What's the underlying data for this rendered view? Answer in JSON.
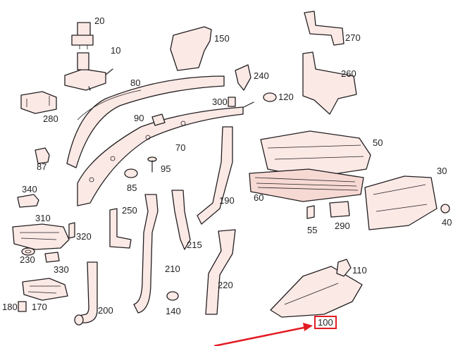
{
  "diagram": {
    "callout_color": "#e31b23",
    "line_color": "#231f20",
    "part_fill": "#fbe9e6",
    "highlighted_part": "100",
    "labels": {
      "p10": "10",
      "p20": "20",
      "p30": "30",
      "p40": "40",
      "p50": "50",
      "p55": "55",
      "p60": "60",
      "p70": "70",
      "p80": "80",
      "p85": "85",
      "p87": "87",
      "p90": "90",
      "p95": "95",
      "p100": "100",
      "p110": "110",
      "p120": "120",
      "p140": "140",
      "p150": "150",
      "p170": "170",
      "p180": "180",
      "p190": "190",
      "p200": "200",
      "p210": "210",
      "p215": "215",
      "p220": "220",
      "p230": "230",
      "p240": "240",
      "p250": "250",
      "p260": "260",
      "p270": "270",
      "p280": "280",
      "p290": "290",
      "p300": "300",
      "p310": "310",
      "p320": "320",
      "p330": "330",
      "p340": "340"
    }
  }
}
